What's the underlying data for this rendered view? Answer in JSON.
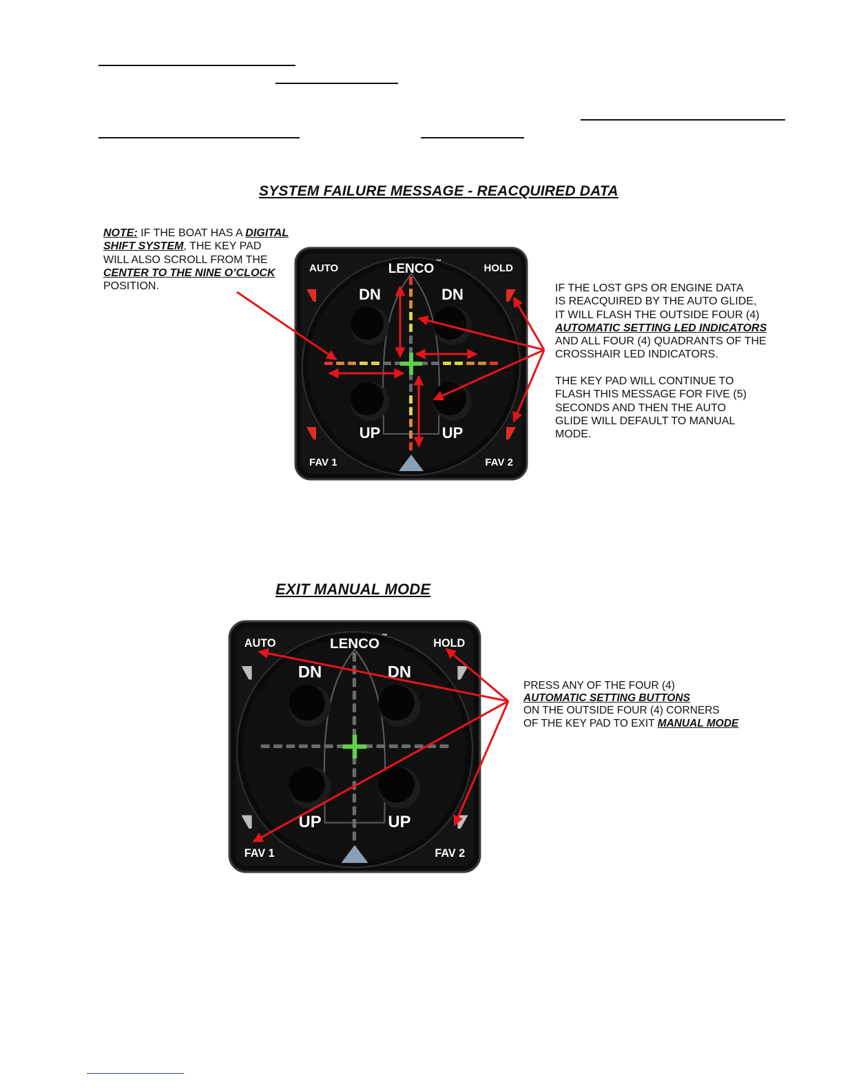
{
  "section1": {
    "heading": "SYSTEM  FAILURE MESSAGE - REACQUIRED DATA",
    "note": {
      "lines": [
        [
          {
            "t": "NOTE:",
            "s": "bu"
          },
          {
            "t": " IF THE BOAT HAS A "
          },
          {
            "t": "DIGITAL",
            "s": "bu"
          }
        ],
        [
          {
            "t": "SHIFT SYSTEM",
            "s": "bu"
          },
          {
            "t": ", THE KEY PAD"
          }
        ],
        [
          {
            "t": "WILL ALSO SCROLL FROM THE"
          }
        ],
        [
          {
            "t": "CENTER TO THE NINE O’CLOCK",
            "s": "bu"
          }
        ],
        [
          {
            "t": "POSITION."
          }
        ]
      ]
    },
    "description": {
      "lines": [
        [
          {
            "t": "IF THE LOST GPS OR ENGINE DATA"
          }
        ],
        [
          {
            "t": "IS REACQUIRED BY THE AUTO GLIDE,"
          }
        ],
        [
          {
            "t": "IT WILL FLASH THE OUTSIDE FOUR (4)"
          }
        ],
        [
          {
            "t": "AUTOMATIC SETTING LED INDICATORS",
            "s": "bu"
          }
        ],
        [
          {
            "t": "AND ALL FOUR (4) QUADRANTS OF THE"
          }
        ],
        [
          {
            "t": "CROSSHAIR LED INDICATORS."
          }
        ],
        [
          {
            "t": ""
          }
        ],
        [
          {
            "t": "THE KEY PAD WILL CONTINUE TO"
          }
        ],
        [
          {
            "t": "FLASH THIS MESSAGE FOR FIVE (5)"
          }
        ],
        [
          {
            "t": "SECONDS AND THEN THE AUTO"
          }
        ],
        [
          {
            "t": "GLIDE WILL DEFAULT TO MANUAL"
          }
        ],
        [
          {
            "t": "MODE."
          }
        ]
      ]
    }
  },
  "section2": {
    "heading": "EXIT MANUAL MODE",
    "description": {
      "lines": [
        [
          {
            "t": "PRESS ANY OF THE FOUR (4)"
          }
        ],
        [
          {
            "t": "AUTOMATIC SETTING BUTTONS",
            "s": "bu"
          }
        ],
        [
          {
            "t": "ON THE OUTSIDE FOUR (4) CORNERS"
          }
        ],
        [
          {
            "t": "OF THE KEY PAD TO EXIT "
          },
          {
            "t": "MANUAL MODE",
            "s": "bu"
          }
        ]
      ]
    }
  },
  "keypad": {
    "brand": "LENCO",
    "tm": "™",
    "auto": "AUTO",
    "hold": "HOLD",
    "fav1": "FAV 1",
    "fav2": "FAV 2",
    "dn": "DN",
    "up": "UP"
  },
  "colors": {
    "arrow": "#e8141b",
    "led_red": "#e03a28",
    "led_orange": "#d8873a",
    "led_yellow": "#dcd24a",
    "led_green": "#5fd04a",
    "led_off": "#6a6a6a",
    "blue_rule": "#2a3fb0"
  }
}
